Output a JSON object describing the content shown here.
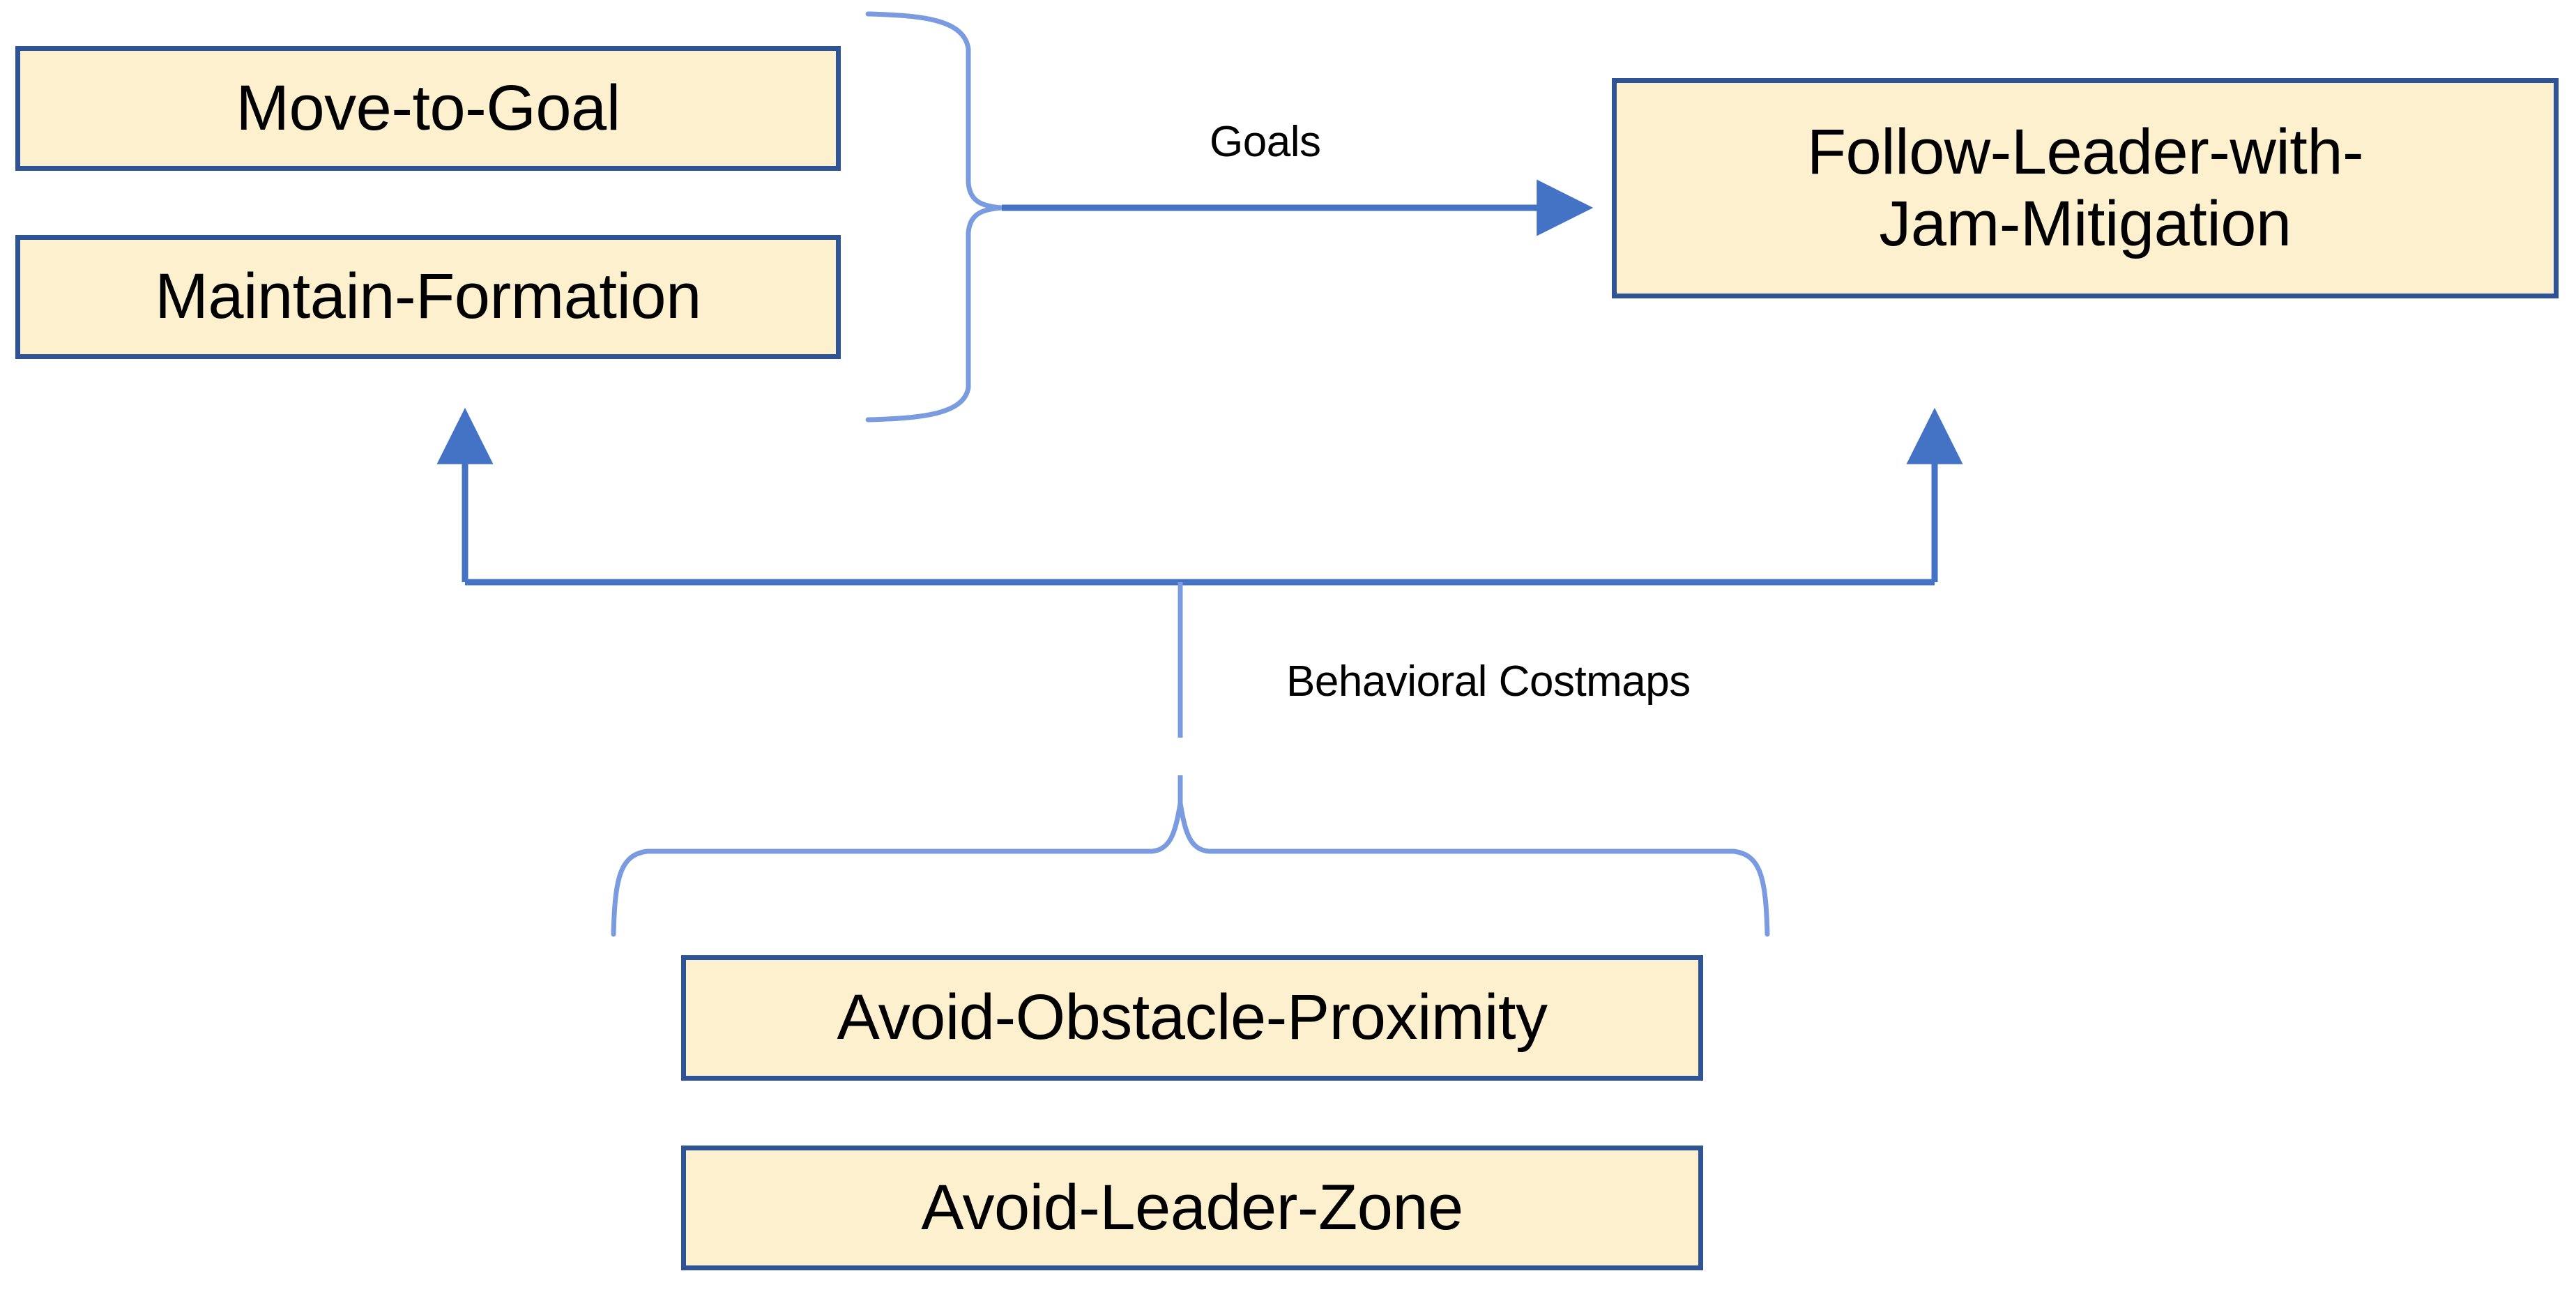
{
  "diagram": {
    "title": "Behavior composition diagram",
    "background_color": "#ffffff",
    "node_fill_color": "#FDF0CE",
    "node_border_color": "#2E5496",
    "arrow_color": "#4472C4",
    "brace_color": "#7B9BE0"
  },
  "nodes": {
    "move_to_goal": "Move-to-Goal",
    "maintain_formation": "Maintain-Formation",
    "follow_leader_with_jam_mitigation": "Follow-Leader-with-\nJam-Mitigation",
    "avoid_obstacle_proximity": "Avoid-Obstacle-Proximity",
    "avoid_leader_zone": "Avoid-Leader-Zone"
  },
  "edge_labels": {
    "goals": "Goals",
    "behavioral_costmaps": "Behavioral Costmaps"
  },
  "groups": {
    "goal_behaviors": [
      "Move-to-Goal",
      "Maintain-Formation"
    ],
    "costmap_behaviors": [
      "Avoid-Obstacle-Proximity",
      "Avoid-Leader-Zone"
    ]
  },
  "edges": [
    {
      "from": "goal_behaviors_brace",
      "to": "follow_leader_with_jam_mitigation",
      "label": "Goals",
      "style": "solid-arrow"
    },
    {
      "from": "costmap_behaviors_brace",
      "to": "maintain_formation",
      "label": "Behavioral Costmaps",
      "style": "solid-arrow"
    },
    {
      "from": "costmap_behaviors_brace",
      "to": "follow_leader_with_jam_mitigation",
      "label": "Behavioral Costmaps",
      "style": "solid-arrow"
    }
  ]
}
